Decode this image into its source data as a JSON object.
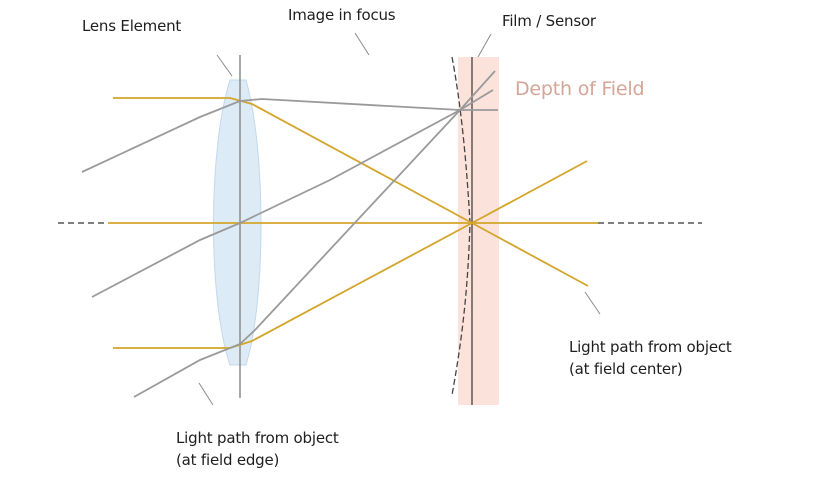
{
  "labels": {
    "lens_element": "Lens Element",
    "image_in_focus": "Image in focus",
    "film_sensor": "Film / Sensor",
    "depth_of_field": "Depth of Field",
    "center_path_line1": "Light path from object",
    "center_path_line2": "(at field center)",
    "edge_path_line1": "Light path from object",
    "edge_path_line2": "(at field edge)"
  },
  "colors": {
    "field_center_ray": "#d4a52a",
    "field_edge_ray": "#9a9a9a",
    "lens_fill": "#dcebf6",
    "lens_stroke": "#c2d9ec",
    "depth_of_field_band": "#fbe3dc",
    "depth_of_field_text": "#d4a596",
    "sensor_line": "#6b5e5a",
    "axis_line": "#333333",
    "leader_line": "#8a8a8a"
  }
}
